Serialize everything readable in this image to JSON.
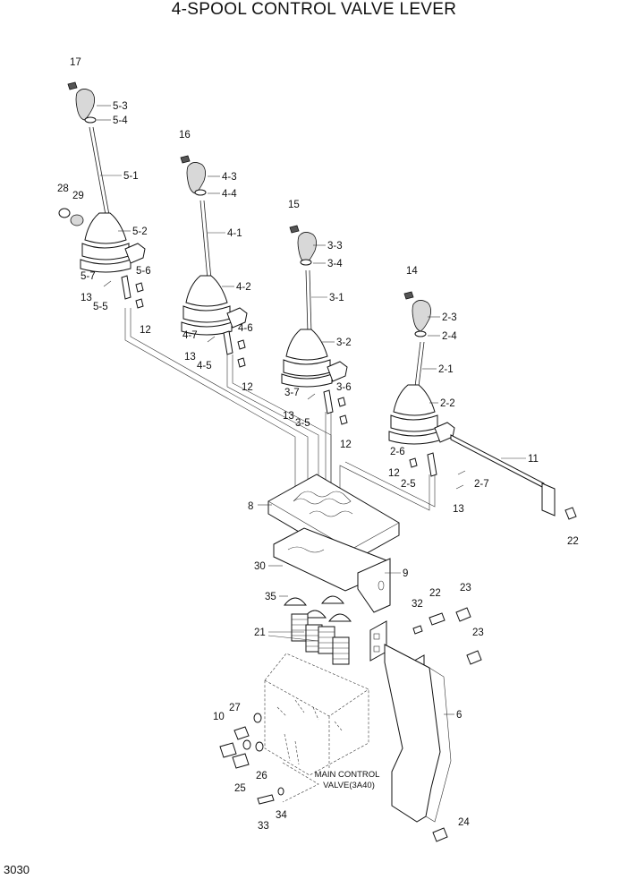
{
  "title": "4-SPOOL CONTROL VALVE LEVER",
  "page_number": "3030",
  "note": {
    "line1": "MAIN CONTROL",
    "line2": "VALVE(3A40)"
  },
  "callouts": {
    "c17": "17",
    "c5_3": "5-3",
    "c5_4": "5-4",
    "c5_1": "5-1",
    "c28": "28",
    "c29": "29",
    "c5_2": "5-2",
    "c5_6": "5-6",
    "c5_7": "5-7",
    "c13a": "13",
    "c5_5": "5-5",
    "c12a": "12",
    "c16": "16",
    "c4_3": "4-3",
    "c4_4": "4-4",
    "c4_1": "4-1",
    "c4_2": "4-2",
    "c4_6": "4-6",
    "c4_7": "4-7",
    "c13b": "13",
    "c4_5": "4-5",
    "c12b": "12",
    "c15": "15",
    "c3_3": "3-3",
    "c3_4": "3-4",
    "c3_1": "3-1",
    "c3_2": "3-2",
    "c3_6": "3-6",
    "c3_7": "3-7",
    "c13c": "13",
    "c3_5": "3-5",
    "c12c": "12",
    "c14": "14",
    "c2_3": "2-3",
    "c2_4": "2-4",
    "c2_1": "2-1",
    "c2_2": "2-2",
    "c11": "11",
    "c2_6": "2-6",
    "c12d": "12",
    "c2_5": "2-5",
    "c2_7": "2-7",
    "c13d": "13",
    "c22a": "22",
    "c8": "8",
    "c30": "30",
    "c9": "9",
    "c35": "35",
    "c21": "21",
    "c32": "32",
    "c22b": "22",
    "c23a": "23",
    "c23b": "23",
    "c6": "6",
    "c27": "27",
    "c10": "10",
    "c26": "26",
    "c25": "25",
    "c33": "33",
    "c34": "34",
    "c24": "24"
  }
}
